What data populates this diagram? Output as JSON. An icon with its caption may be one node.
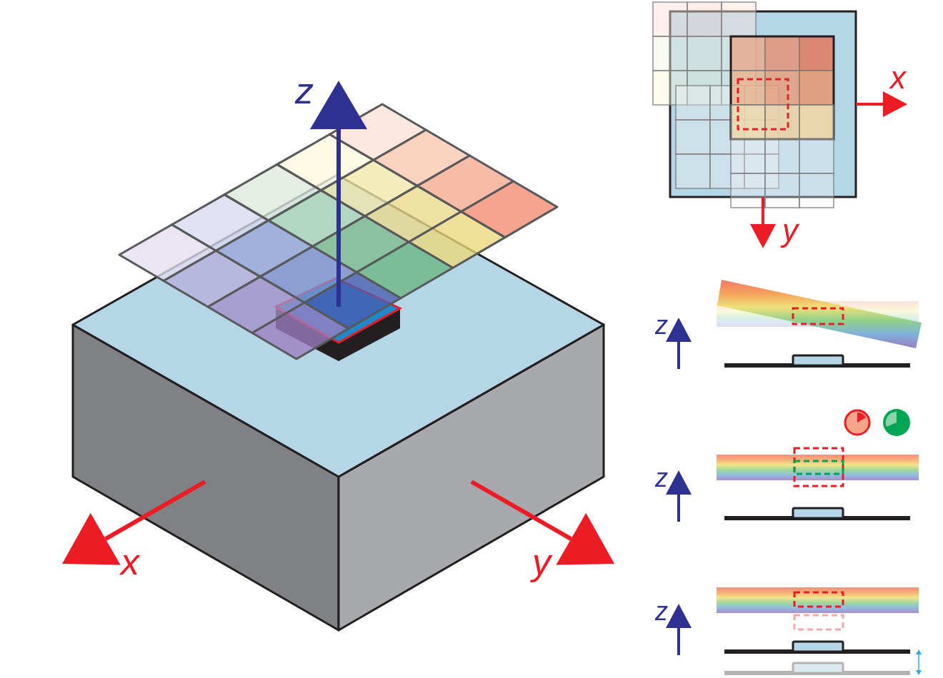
{
  "diagram": {
    "labels": [
      "z",
      "x",
      "y",
      "x",
      "y",
      "z",
      "z",
      "z"
    ]
  }
}
